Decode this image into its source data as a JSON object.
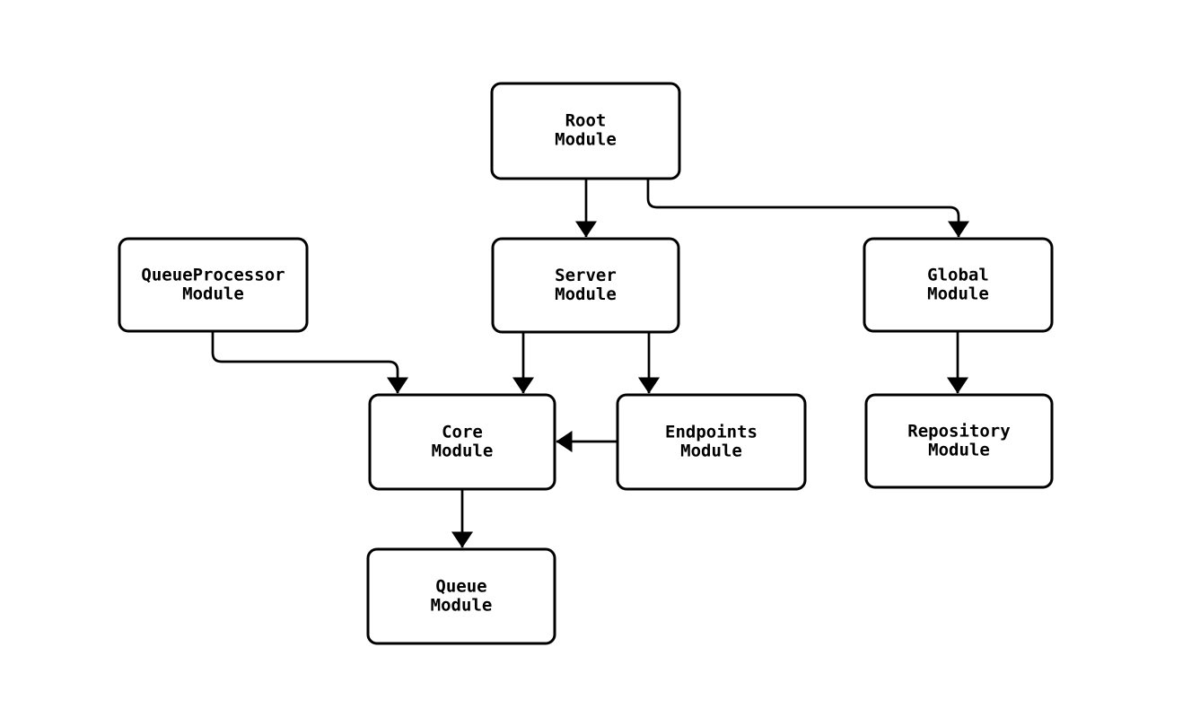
{
  "diagram": {
    "type": "flowchart",
    "background_color": "#ffffff",
    "node_fill_color": "#ffffff",
    "line_color": "#000000",
    "text_color": "#000000",
    "nodes": {
      "root": {
        "line1": "Root",
        "line2": "Module"
      },
      "queue_processor": {
        "line1": "QueueProcessor",
        "line2": "Module"
      },
      "server": {
        "line1": "Server",
        "line2": "Module"
      },
      "global": {
        "line1": "Global",
        "line2": "Module"
      },
      "core": {
        "line1": "Core",
        "line2": "Module"
      },
      "endpoints": {
        "line1": "Endpoints",
        "line2": "Module"
      },
      "repository": {
        "line1": "Repository",
        "line2": "Module"
      },
      "queue": {
        "line1": "Queue",
        "line2": "Module"
      }
    },
    "edges": [
      {
        "from": "Root Module",
        "to": "Server Module"
      },
      {
        "from": "Root Module",
        "to": "Global Module"
      },
      {
        "from": "QueueProcessor Module",
        "to": "Core Module"
      },
      {
        "from": "Server Module",
        "to": "Core Module"
      },
      {
        "from": "Server Module",
        "to": "Endpoints Module"
      },
      {
        "from": "Endpoints Module",
        "to": "Core Module"
      },
      {
        "from": "Global Module",
        "to": "Repository Module"
      },
      {
        "from": "Core Module",
        "to": "Queue Module"
      }
    ]
  }
}
